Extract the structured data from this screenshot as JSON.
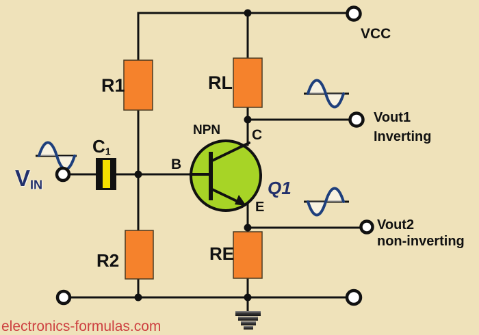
{
  "labels": {
    "vcc": "VCC",
    "r1": "R1",
    "rl": "RL",
    "r2": "R2",
    "re": "RE",
    "npn": "NPN",
    "base": "B",
    "collector": "C",
    "emitter": "E",
    "q1": "Q1",
    "vin_main": "V",
    "vin_sub": "IN",
    "c1_main": "C",
    "c1_sub": "1",
    "vout1": "Vout1",
    "vout1_desc": "Inverting",
    "vout2": "Vout2",
    "vout2_desc": "non-inverting",
    "watermark": "electronics-formulas.com"
  },
  "icons": [
    "terminal-circle-icon",
    "junction-dot-icon",
    "sine-wave-icon",
    "ground-icon",
    "capacitor-icon",
    "npn-transistor-icon",
    "resistor-icon"
  ],
  "colors": {
    "background": "#EFE2BA",
    "resistor": "#F5822C",
    "transistor": "#A7D426",
    "capacitor": "#F5E000",
    "wire": "#111111",
    "signal_wave": "#1E3F7C",
    "label_navy": "#22306B",
    "watermark_red": "#CD4040"
  }
}
